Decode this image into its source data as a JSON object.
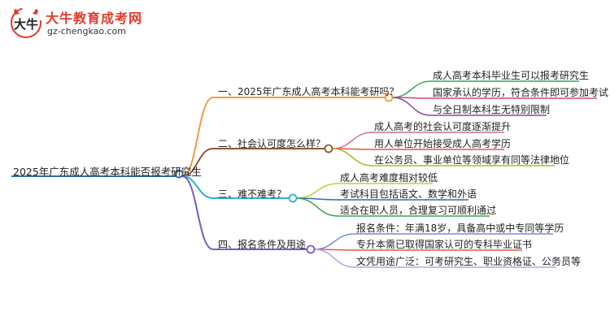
{
  "logo": {
    "mark_text": "大牛",
    "title": "大牛教育成考网",
    "url": "gz-chengkao.com"
  },
  "mindmap": {
    "root": "2025年广东成人高考本科能否报考研究生",
    "branches": [
      {
        "label": "一、2025年广东成人高考本科能考研吗？",
        "color": "#f39c3a",
        "children": [
          {
            "text": "成人高考本科毕业生可以报考研究生",
            "color": "#2eaa5f"
          },
          {
            "text": "国家承认的学历，符合条件即可参加考试",
            "color": "#d9427a"
          },
          {
            "text": "与全日制本科生无特别限制",
            "color": "#8e44ad"
          }
        ]
      },
      {
        "label": "二、社会认可度怎么样？",
        "color": "#8b5a3c",
        "children": [
          {
            "text": "成人高考的社会认可度逐渐提升",
            "color": "#d46a9f"
          },
          {
            "text": "用人单位开始接受成人高考学历",
            "color": "#e1574c"
          },
          {
            "text": "在公务员、事业单位等领域享有同等法律地位",
            "color": "#b5b52e"
          }
        ]
      },
      {
        "label": "三、难不难考？",
        "color": "#29b6c8",
        "children": [
          {
            "text": "成人高考难度相对较低",
            "color": "#c9c93a"
          },
          {
            "text": "考试科目包括语文、数学和外语",
            "color": "#2f6fa8"
          },
          {
            "text": "适合在职人员，合理复习可顺利通过",
            "color": "#38a84f"
          }
        ]
      },
      {
        "label": "四、报名条件及用途",
        "color": "#7a5bc4",
        "children": [
          {
            "text": "报名条件：年满18岁，具备高中或中专同等学历",
            "color": "#7c8ad6"
          },
          {
            "text": "专升本需已取得国家认可的专科毕业证书",
            "color": "#e05a4a"
          },
          {
            "text": "文凭用途广泛：可考研究生、职业资格证、公务员等",
            "color": "#b8a6e0"
          }
        ]
      }
    ],
    "root_color": "#2f6ea8"
  }
}
